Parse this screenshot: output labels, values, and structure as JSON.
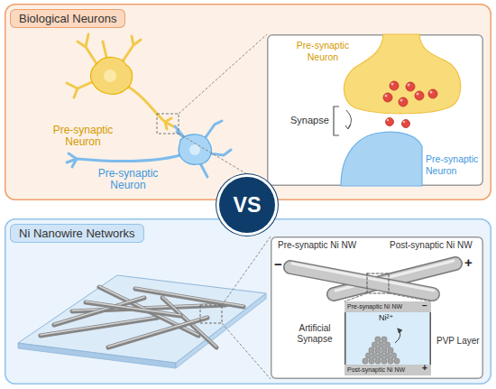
{
  "diagram": {
    "nodes": [
      {
        "text": [
          "Biological Neurons"
        ]
      },
      {
        "text": [
          "Pre-synaptic Neuron",
          "Synapse",
          "Pre-synaptic Neuron"
        ],
        "in": 0
      },
      {
        "text": [
          "VS"
        ]
      },
      {
        "text": [
          "Ni Nanowire Networks"
        ]
      },
      {
        "text": [
          "Pre-synaptic Ni NW",
          "Post-synaptic Ni NW",
          "−",
          "+",
          "Artificial Synapse",
          "PVP Layer"
        ],
        "in": 3
      },
      {
        "text": [
          "Pre-synaptic Ni NW",
          "−",
          "Ni²⁺",
          "Post-synaptic Ni NW",
          "+"
        ],
        "in": 4
      }
    ],
    "labels": [
      "Pre-synaptic Neuron",
      "Pre-synaptic Neuron"
    ]
  }
}
